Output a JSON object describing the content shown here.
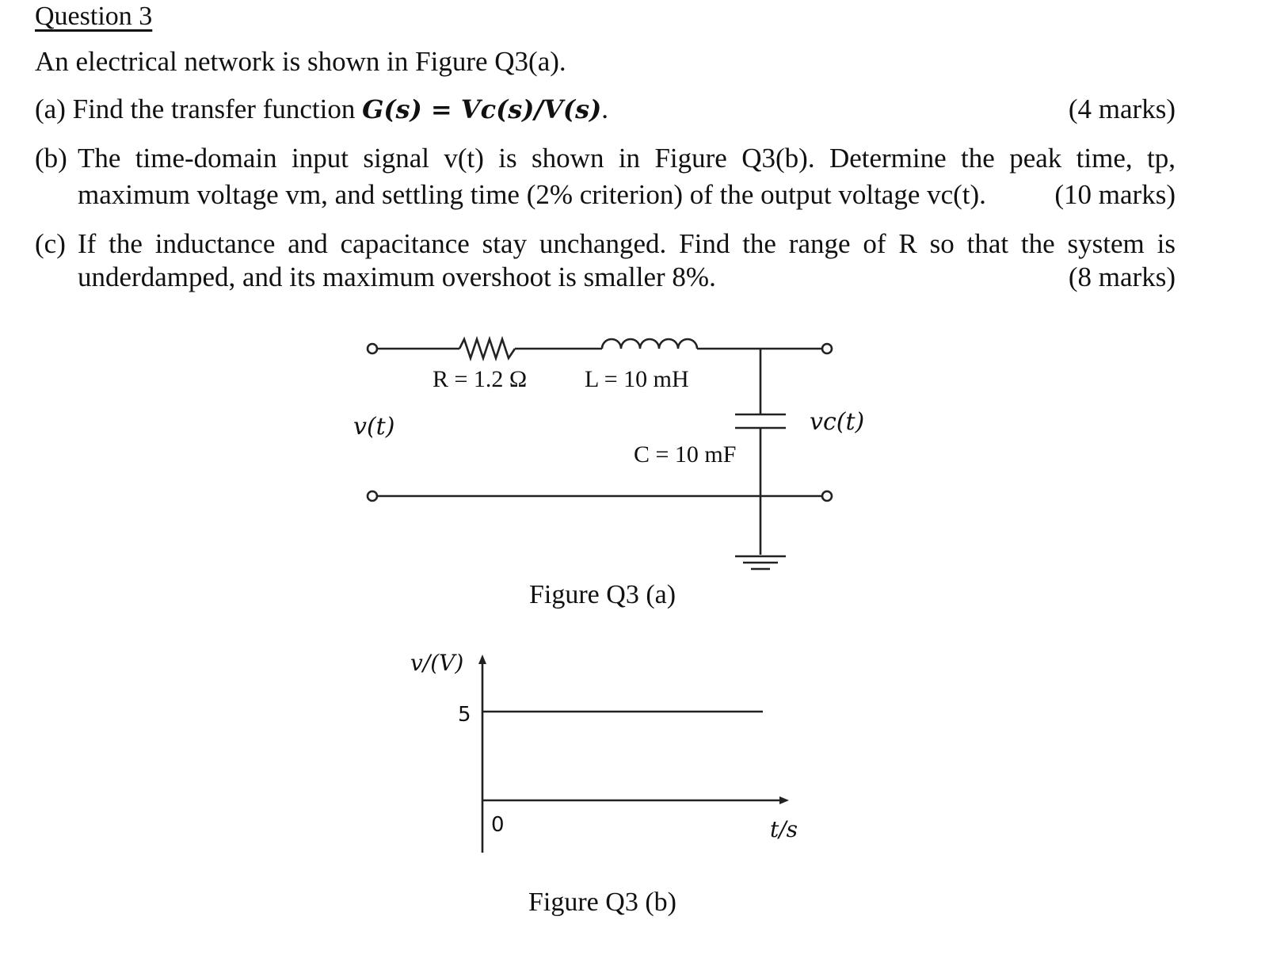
{
  "question": {
    "title": "Question 3",
    "intro": "An electrical network is shown in Figure Q3(a).",
    "parts": [
      {
        "label": "(a)",
        "text_before": "Find the transfer function ",
        "math": "G(s) = Vc(s)/V(s)",
        "text_after": ".",
        "marks": "(4 marks)"
      },
      {
        "label": "(b)",
        "line1": "The time-domain input signal v(t) is shown in Figure Q3(b). Determine the peak time, tp,",
        "line2": "maximum voltage vm, and settling time (2% criterion) of the output voltage vc(t).",
        "marks": "(10 marks)"
      },
      {
        "label": "(c)",
        "line1": "If the inductance and capacitance stay unchanged. Find the range of R so that the system is",
        "line2": "underdamped, and its maximum overshoot is smaller 8%.",
        "marks": "(8 marks)"
      }
    ]
  },
  "circuit": {
    "resistor_label": "R = 1.2 Ω",
    "inductor_label": "L = 10 mH",
    "capacitor_label": "C = 10 mF",
    "input_label": "v(t)",
    "output_label": "vc(t)",
    "caption": "Figure Q3 (a)"
  },
  "chart_data": {
    "type": "line",
    "ylabel": "v/(V)",
    "xlabel": "t/s",
    "y_ticks": [
      "5"
    ],
    "x_ticks": [
      "0"
    ],
    "series": [
      {
        "x": [
          0,
          1
        ],
        "y": [
          5,
          5
        ]
      }
    ],
    "caption": "Figure Q3 (b)"
  }
}
